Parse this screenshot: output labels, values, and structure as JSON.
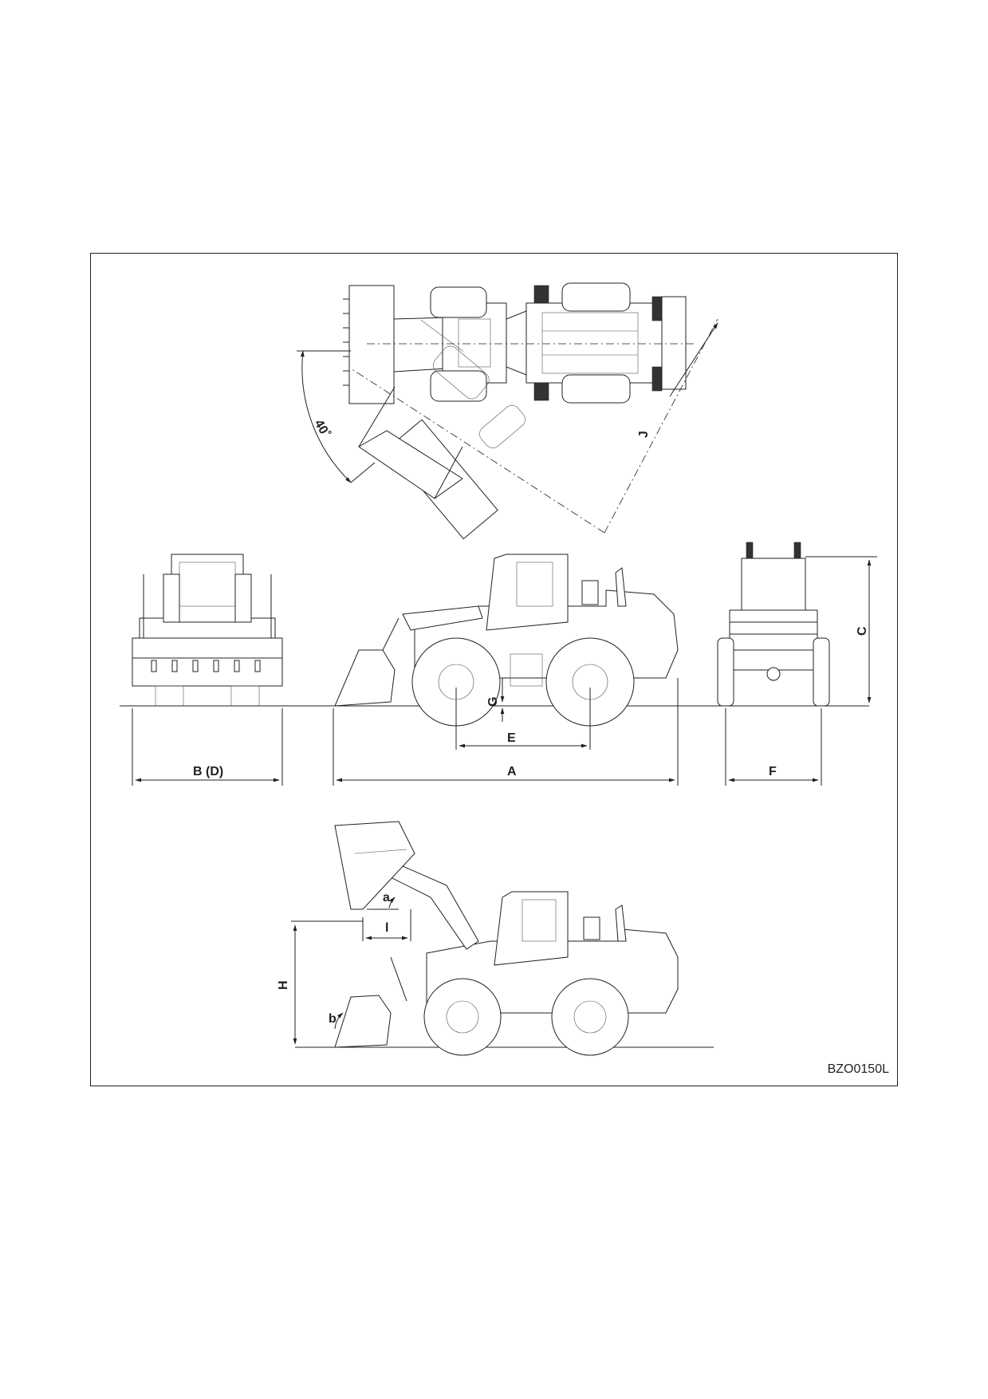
{
  "figure": {
    "reference_code": "BZO0150L"
  },
  "dimensions": {
    "angle": "40˚",
    "J": "J",
    "C": "C",
    "G": "G",
    "E": "E",
    "B_D": "B (D)",
    "A": "A",
    "F": "F",
    "a": "a",
    "l": "l",
    "H": "H",
    "b": "b"
  },
  "colors": {
    "line": "#231f20",
    "background": "#ffffff"
  }
}
